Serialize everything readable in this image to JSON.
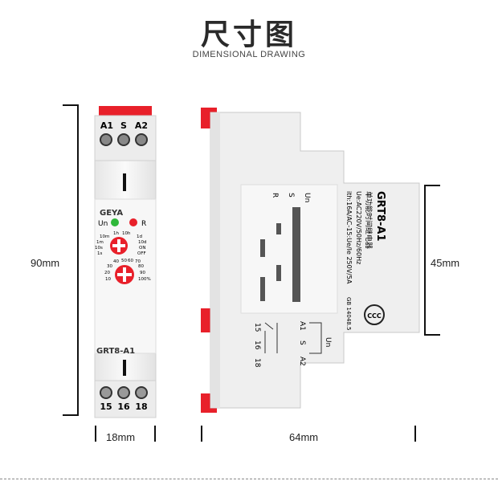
{
  "title": "尺寸图",
  "subtitle": "DIMENSIONAL DRAWING",
  "dimensions": {
    "height": "90mm",
    "depth_front": "45mm",
    "width": "18mm",
    "length": "64mm"
  },
  "front": {
    "top_terminals": [
      "A1",
      "S",
      "A2"
    ],
    "bottom_terminals": [
      "15",
      "16",
      "18"
    ],
    "brand": "GEYA",
    "led_un": "Un",
    "led_r": "R",
    "time_scale": [
      "1h",
      "10h",
      "10m",
      "1d",
      "1m",
      "10d",
      "10s",
      "ON",
      "1s",
      "OFF"
    ],
    "pct_scale": [
      "40",
      "50",
      "60",
      "70",
      "30",
      "80",
      "20",
      "90",
      "10",
      "100%"
    ],
    "model": "GRT8-A1"
  },
  "side": {
    "model": "GRT8-A1",
    "name_cn": "单功能时间继电器",
    "rating1": "Ue:AC220V/50Hz/60Hz",
    "rating2": "ith:16A/AC-15:Ue/Ie 250V/5A",
    "standard": "GB 14048.5",
    "cert": "CCC",
    "timing_labels": [
      "Un",
      "S",
      "R"
    ],
    "wiring_labels": [
      "15",
      "16",
      "18",
      "A1",
      "S",
      "A2",
      "Un"
    ]
  },
  "colors": {
    "red": "#e8202a",
    "green": "#2fb83a",
    "body": "#f3f3f3"
  }
}
